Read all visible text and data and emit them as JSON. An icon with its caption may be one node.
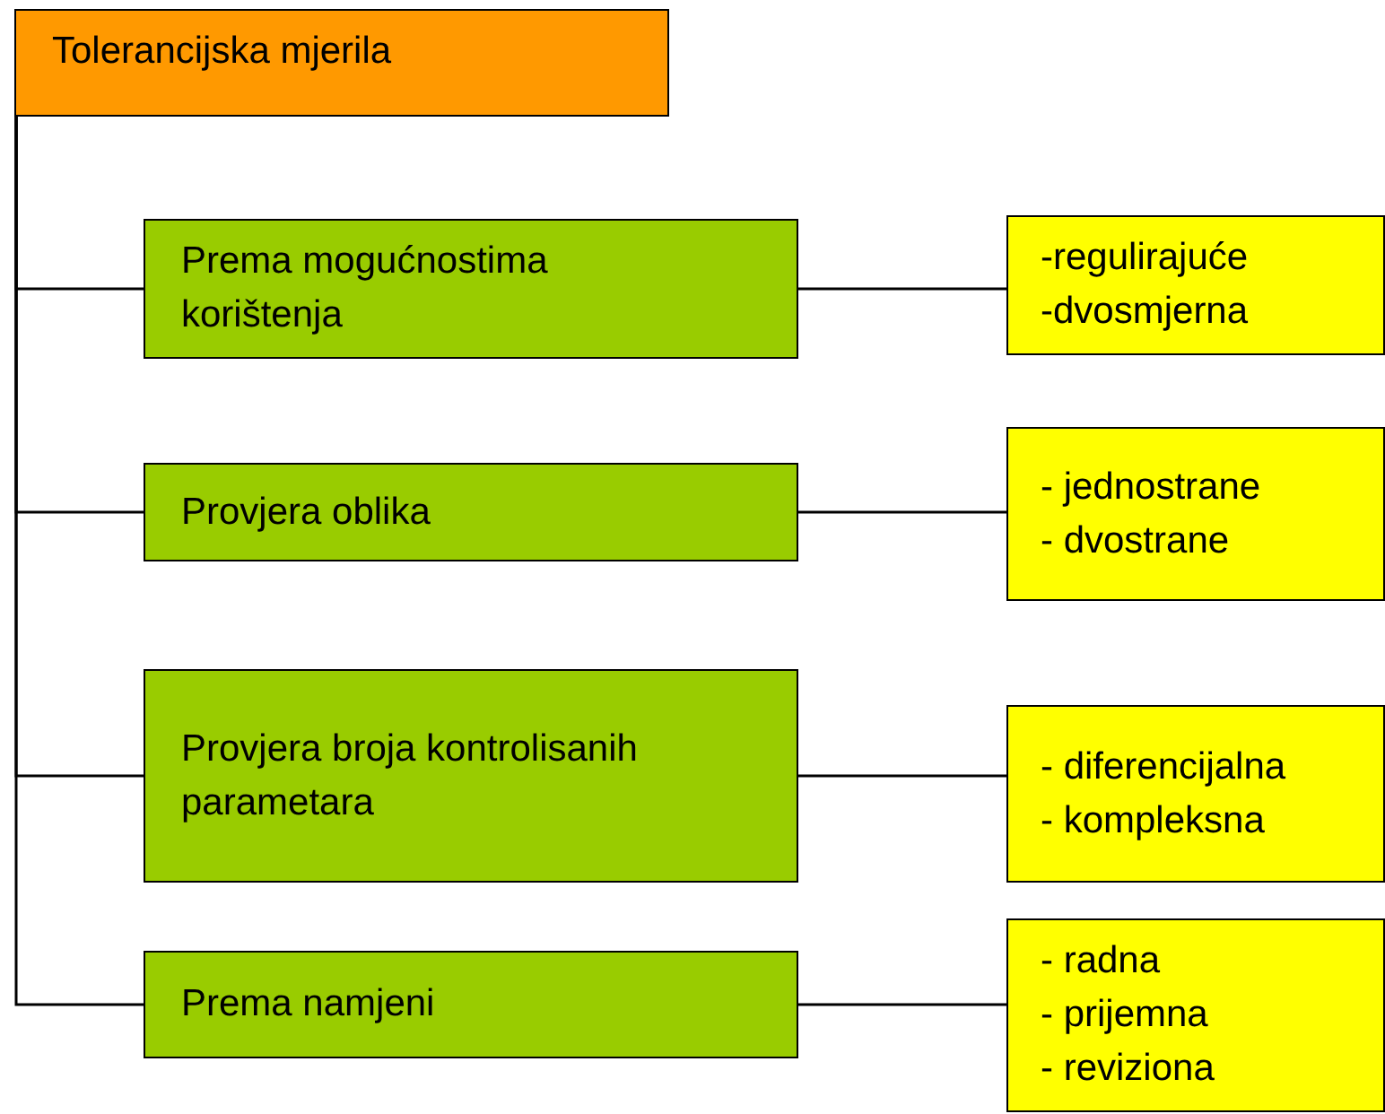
{
  "diagram": {
    "nodes": [
      {
        "text": [
          "Tolerancijska mjerila"
        ]
      },
      {
        "text": [
          "Prema mogućnostima korištenja"
        ]
      },
      {
        "text": [
          "-regulirajuće",
          "-dvosmjerna"
        ]
      },
      {
        "text": [
          "Provjera oblika"
        ]
      },
      {
        "text": [
          "- jednostrane",
          "- dvostrane"
        ]
      },
      {
        "text": [
          "Provjera broja kontrolisanih parametara"
        ]
      },
      {
        "text": [
          "- diferencijalna",
          "- kompleksna"
        ]
      },
      {
        "text": [
          "Prema namjeni"
        ]
      },
      {
        "text": [
          "- radna",
          "- prijemna",
          "- reviziona"
        ]
      }
    ],
    "edges": [
      {
        "from": 0,
        "to": 1,
        "arrow": "none"
      },
      {
        "from": 0,
        "to": 3,
        "arrow": "none"
      },
      {
        "from": 0,
        "to": 5,
        "arrow": "none"
      },
      {
        "from": 0,
        "to": 7,
        "arrow": "none"
      },
      {
        "from": 1,
        "to": 2,
        "arrow": "none"
      },
      {
        "from": 3,
        "to": 4,
        "arrow": "none"
      },
      {
        "from": 5,
        "to": 6,
        "arrow": "none"
      },
      {
        "from": 7,
        "to": 8,
        "arrow": "none"
      }
    ]
  }
}
